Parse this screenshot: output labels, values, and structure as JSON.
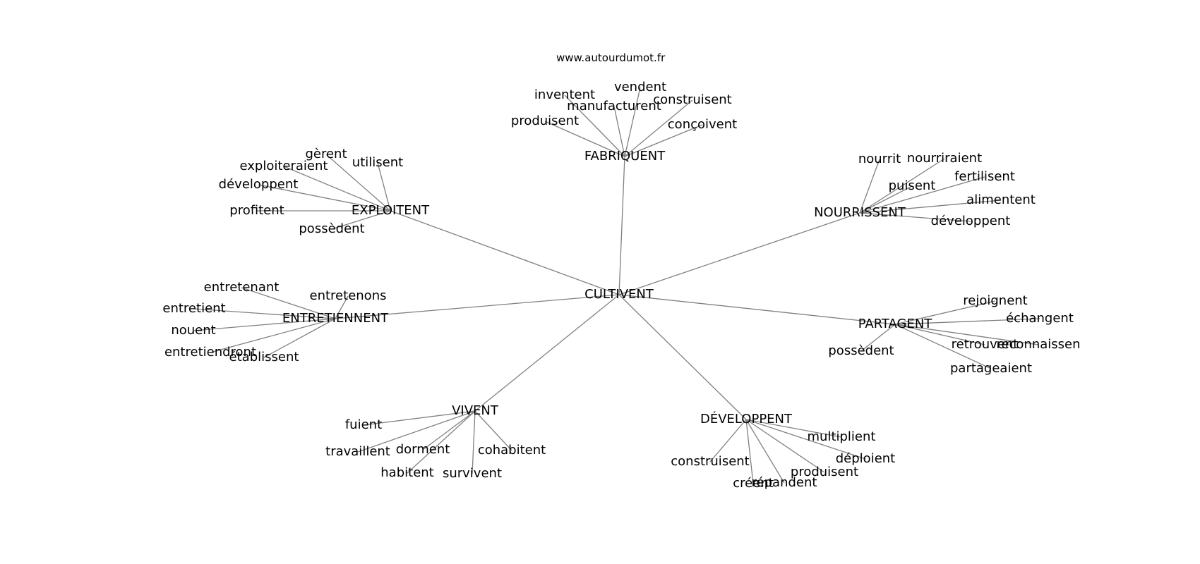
{
  "site": {
    "url": "www.autourdumot.fr"
  },
  "graph": {
    "root": {
      "id": "cultivent",
      "label": "CULTIVENT"
    },
    "hubs": [
      {
        "id": "fabriquent",
        "label": "FABRIQUENT",
        "leaves": [
          "inventent",
          "vendent",
          "manufacturent",
          "construisent",
          "produisent",
          "conçoivent"
        ]
      },
      {
        "id": "exploitent",
        "label": "EXPLOITENT",
        "leaves": [
          "gèrent",
          "utilisent",
          "exploiteraient",
          "développent",
          "profitent",
          "possèdent"
        ]
      },
      {
        "id": "nourrissent",
        "label": "NOURRISSENT",
        "leaves": [
          "nourrit",
          "nourriraient",
          "puisent",
          "fertilisent",
          "alimentent",
          "développent"
        ]
      },
      {
        "id": "entretiennent",
        "label": "ENTRETIENNENT",
        "leaves": [
          "entretenant",
          "entretenons",
          "entretient",
          "nouent",
          "entretiendront",
          "établissent"
        ]
      },
      {
        "id": "partagent",
        "label": "PARTAGENT",
        "leaves": [
          "rejoignent",
          "échangent",
          "possèdent",
          "retrouvent",
          "reconnaissen",
          "partageaient"
        ]
      },
      {
        "id": "vivent",
        "label": "VIVENT",
        "leaves": [
          "fuient",
          "travaillent",
          "dorment",
          "cohabitent",
          "habitent",
          "survivent"
        ]
      },
      {
        "id": "developpent",
        "label": "DÉVELOPPENT",
        "leaves": [
          "multiplient",
          "déploient",
          "construisent",
          "produisent",
          "créent",
          "répandent"
        ]
      }
    ]
  }
}
